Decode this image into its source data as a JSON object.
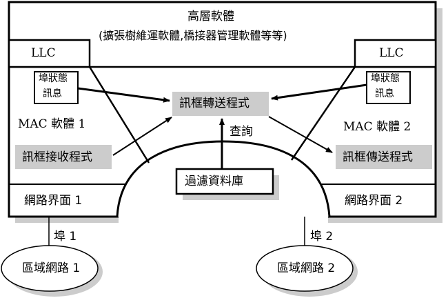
{
  "diagram": {
    "title": "高層軟體",
    "subtitle": "(擴張樹維運軟體,橋接器管理軟體等等)",
    "llc_left": "LLC",
    "llc_right": "LLC",
    "port_state_left": [
      "埠狀態",
      "訊息"
    ],
    "port_state_right": [
      "埠狀態",
      "訊息"
    ],
    "mac_left": "MAC 軟體 1",
    "mac_right": "MAC 軟體 2",
    "frame_forward": "訊框轉送程式",
    "frame_receive": "訊框接收程式",
    "frame_transmit": "訊框傳送程式",
    "query": "查詢",
    "filter_db": "過濾資料庫",
    "net_if_left": "網路界面 1",
    "net_if_right": "網路界面 2",
    "port_left": "埠 1",
    "port_right": "埠 2",
    "lan_left": "區域網路 1",
    "lan_right": "區域網路 2",
    "colors": {
      "shadow": "#cccccc",
      "highlight": "#cccccc",
      "line": "#000000"
    }
  }
}
